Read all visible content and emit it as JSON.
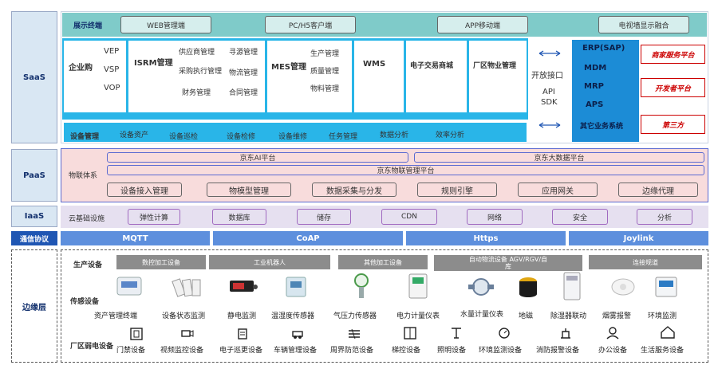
{
  "layers": {
    "saas": "SaaS",
    "paas": "PaaS",
    "iaas": "IaaS",
    "comm": "通信协议",
    "edge": "边缘层"
  },
  "saas": {
    "display_label": "展示终端",
    "display_items": [
      "WEB管理端",
      "PC/H5客户端",
      "APP移动端",
      "电视墙显示融合"
    ],
    "qiyegou": {
      "title": "企业购",
      "items": [
        "VEP",
        "VSP",
        "VOP"
      ]
    },
    "isrm": {
      "title": "ISRM管理",
      "col1": [
        "供应商管理",
        "采购执行管理",
        "财务管理"
      ],
      "col2": [
        "寻源管理",
        "物流管理",
        "合同管理"
      ]
    },
    "mes": {
      "title": "MES管理",
      "items": [
        "生产管理",
        "质量管理",
        "物料管理"
      ]
    },
    "wms": "WMS",
    "mall": "电子交易商城",
    "park": "厂区物业管理",
    "open_interface": "开放接口",
    "api": "API",
    "sdk": "SDK",
    "erp": [
      "ERP(SAP)",
      "MDM",
      "MRP",
      "APS",
      "其它业务系统"
    ],
    "platforms": [
      "商家服务平台",
      "开发者平台",
      "第三方"
    ],
    "device_mgmt": {
      "title": "设备管理",
      "items": [
        "设备资产",
        "设备巡检",
        "设备检修",
        "设备维修",
        "任务管理",
        "数据分析",
        "效率分析"
      ]
    }
  },
  "paas": {
    "iot_label": "物联体系",
    "ai": "京东AI平台",
    "bigdata": "京东大数据平台",
    "iot": "京东物联管理平台",
    "items": [
      "设备接入管理",
      "物模型管理",
      "数据采集与分发",
      "规则引擎",
      "应用网关",
      "边缘代理"
    ]
  },
  "iaas": {
    "label": "云基础设施",
    "items": [
      "弹性计算",
      "数据库",
      "储存",
      "CDN",
      "网络",
      "安全",
      "分析"
    ]
  },
  "protocols": [
    "MQTT",
    "CoAP",
    "Https",
    "Joylink"
  ],
  "edge": {
    "production_label": "生产设备",
    "production": [
      "数控加工设备",
      "工业机器人",
      "其他加工设备",
      "自动物流设备 AGV/RGV/自库",
      "连接规道"
    ],
    "sensor_label": "传感设备",
    "sensors": [
      "资产管理终端",
      "设备状态监测",
      "静电监测",
      "温湿度传感器",
      "气压力传感器",
      "电力计量仪表",
      "水量计量仪表",
      "地磁",
      "除湿器联动",
      "烟雾报警",
      "环境监测"
    ],
    "weak_label": "厂区弱电设备",
    "weak": [
      "门禁设备",
      "视频监控设备",
      "电子巡更设备",
      "车辆管理设备",
      "周界防范设备",
      "梯控设备",
      "照明设备",
      "环境监测设备",
      "消防报警设备",
      "办公设备",
      "生活服务设备"
    ]
  },
  "colors": {
    "teal": "#7fcbc9",
    "teal_light": "#c8e6e6",
    "cyan": "#29b5e8",
    "pink": "#f8dcdc",
    "lavender": "#e6e0f0",
    "blue": "#1f56b3"
  }
}
